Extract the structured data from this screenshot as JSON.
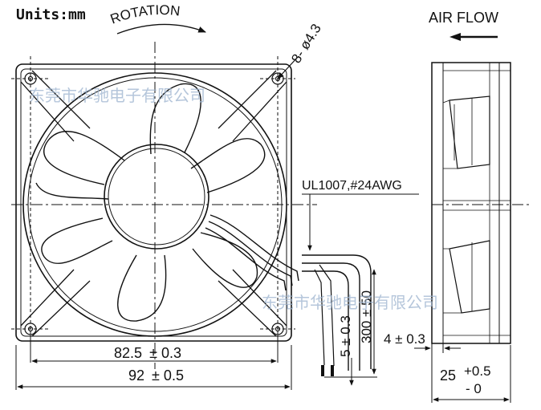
{
  "units_label": "Units:mm",
  "rotation_label": "ROTATION",
  "airflow_label": "AIR FLOW",
  "holes_label": "8- ø4.3",
  "wire_label": "UL1007,#24AWG",
  "dimensions": {
    "hole_pitch": {
      "value": "82.5",
      "tol": "± 0.3"
    },
    "frame_width": {
      "value": "92",
      "tol": "± 0.5"
    },
    "strip_length": "5 ± 0.3",
    "lead_length": "300 ± 50",
    "lead_spacing": "4 ± 0.3",
    "depth": {
      "value": "25",
      "tol_plus": "+0.5",
      "tol_minus": "- 0"
    }
  },
  "watermark": "东莞市华驰电子有限公司",
  "colors": {
    "line": "#111111",
    "watermark": "#9db4cf"
  }
}
